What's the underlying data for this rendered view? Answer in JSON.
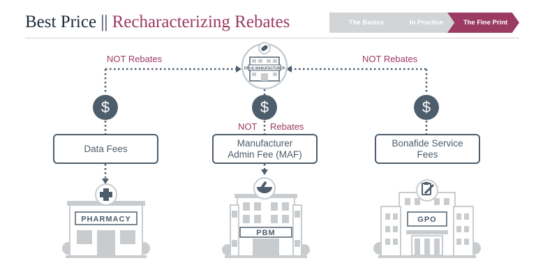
{
  "title": {
    "brand": "Best Price",
    "separator": "||",
    "topic": "Recharacterizing Rebates"
  },
  "breadcrumbs": [
    "The Basics",
    "In Practice",
    "The Fine Print"
  ],
  "active_breadcrumb": "The Fine Print",
  "colors": {
    "accent": "#9b3a62",
    "slate": "#4d5d6c",
    "light_gray": "#c9ccce",
    "crumb_inactive": "#d2d4d6"
  },
  "top_labels": {
    "left": "NOT Rebates",
    "right": "NOT Rebates"
  },
  "middle_label": {
    "not": "NOT",
    "rebates": "Rebates"
  },
  "manufacturer": {
    "sign": "DRUG MANUFACTURER",
    "icon": "pill-icon"
  },
  "fees": [
    {
      "line1": "Data Fees",
      "line2": ""
    },
    {
      "line1": "Manufacturer",
      "line2": "Admin Fee (MAF)"
    },
    {
      "line1": "Bonafide Service",
      "line2": "Fees"
    }
  ],
  "dollar_symbol": "$",
  "buildings": [
    {
      "sign": "PHARMACY",
      "icon": "medical-cross-icon"
    },
    {
      "sign": "PBM",
      "icon": "mortar-pestle-icon"
    },
    {
      "sign": "GPO",
      "icon": "clipboard-syringe-icon"
    }
  ]
}
